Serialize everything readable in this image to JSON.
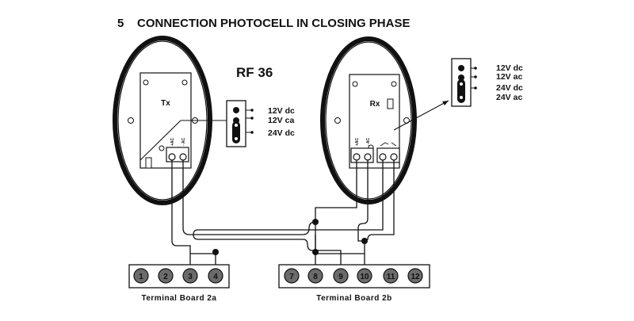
{
  "title": "5    CONNECTION PHOTOCELL IN CLOSING PHASE",
  "model": "RF 36",
  "tx": {
    "label": "Tx",
    "terminals": [
      "+AC",
      "- AC"
    ],
    "jumper_labels": [
      "12V dc",
      "12V ca",
      "24V dc"
    ]
  },
  "rx": {
    "label": "Rx",
    "terminals": [
      "+AC",
      "- AC"
    ],
    "jumper_labels": [
      "12V dc",
      "12V ac",
      "24V dc",
      "24V ac"
    ]
  },
  "terminal_board_a": {
    "label": "Terminal Board 2a",
    "numbers": [
      "1",
      "2",
      "3",
      "4"
    ]
  },
  "terminal_board_b": {
    "label": "Terminal Board 2b",
    "numbers": [
      "7",
      "8",
      "9",
      "10",
      "11",
      "12"
    ]
  },
  "colors": {
    "line": "#111111",
    "terminal_fill": "#6b6b6b",
    "background": "#ffffff"
  }
}
